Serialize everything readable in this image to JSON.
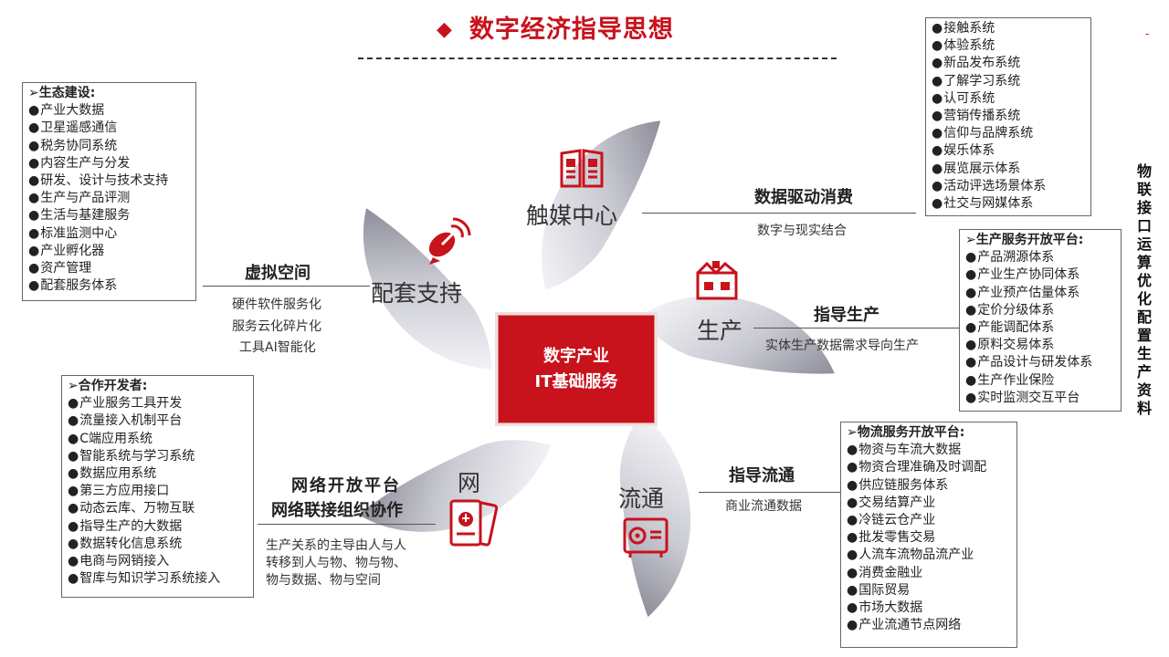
{
  "title": "数字经济指导思想",
  "center": {
    "line1": "数字产业",
    "line2": "IT基础服务"
  },
  "segments": {
    "touch": "触媒中心",
    "production": "生产",
    "circulation": "流通",
    "network": "网",
    "support": "配套支持"
  },
  "consumption": {
    "title": "数据驱动消费",
    "sub": "数字与现实结合"
  },
  "guide_production": {
    "title": "指导生产",
    "sub": "实体生产数据需求导向生产"
  },
  "guide_circulation": {
    "title": "指导流通",
    "sub": "商业流通数据"
  },
  "virtual": {
    "title": "虚拟空间",
    "subs": [
      "硬件软件服务化",
      "服务云化碎片化",
      "工具AI智能化"
    ]
  },
  "network_platform": {
    "title1": "网络开放平台",
    "title2": "网络联接组织协作",
    "subs": [
      "生产关系的主导由人与人",
      "转移到人与物、物与物、",
      "物与数据、物与空间"
    ]
  },
  "box_consumption": {
    "items": [
      "接触系统",
      "体验系统",
      "新品发布系统",
      "了解学习系统",
      "认可系统",
      "营销传播系统",
      "信仰与品牌系统",
      "娱乐体系",
      "展览展示体系",
      "活动评选场景体系",
      "社交与网媒体系"
    ]
  },
  "box_ecology": {
    "head": "➢生态建设:",
    "items": [
      "产业大数据",
      "卫星遥感通信",
      "税务协同系统",
      "内容生产与分发",
      "研发、设计与技术支持",
      "生产与产品评测",
      "生活与基建服务",
      "标准监测中心",
      "产业孵化器",
      "资产管理",
      "配套服务体系"
    ]
  },
  "box_production": {
    "head": "➢生产服务开放平台:",
    "items": [
      "产品溯源体系",
      "产业生产协同体系",
      "产业预产估量体系",
      "定价分级体系",
      "产能调配体系",
      "原料交易体系",
      "产品设计与研发体系",
      "生产作业保险",
      "实时监测交互平台"
    ]
  },
  "box_developer": {
    "head": "➢合作开发者:",
    "items": [
      "产业服务工具开发",
      "流量接入机制平台",
      "C端应用系统",
      "智能系统与学习系统",
      "数据应用系统",
      "第三方应用接口",
      "动态云库、万物互联",
      "指导生产的大数据",
      "数据转化信息系统",
      "电商与网销接入",
      "智库与知识学习系统接入"
    ]
  },
  "box_logistics": {
    "head": "➢物流服务开放平台:",
    "items": [
      "物资与车流大数据",
      "物资合理准确及时调配",
      "供应链服务体系",
      "交易结算产业",
      "冷链云仓产业",
      "批发零售交易",
      "人流车流物品流产业",
      "消费金融业",
      "国际贸易",
      "市场大数据",
      "产业流通节点网络"
    ]
  },
  "vertical_text": "物联接口运算优化配置生产资料",
  "corner_mark": "-",
  "colors": {
    "accent": "#c8121c",
    "petal_dark": "#9a9aa6",
    "petal_light": "#eeeef2"
  }
}
